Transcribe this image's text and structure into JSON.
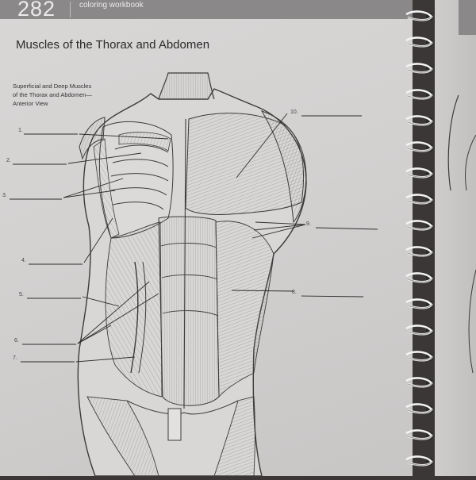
{
  "header": {
    "page_number": "282",
    "caption": "coloring workbook"
  },
  "title": "Muscles of the Thorax and Abdomen",
  "figure": {
    "subtitle_lines": [
      "Superficial and Deep Muscles",
      "of the Thorax and Abdomen—",
      "Anterior View"
    ],
    "labels": {
      "l1": "1.",
      "l2": "2.",
      "l3": "3.",
      "l4": "4.",
      "l5": "5.",
      "l6": "6.",
      "l7": "7.",
      "l8": "8.",
      "l9": "9.",
      "l10": "10."
    }
  },
  "colors": {
    "page": "#d6d4d3",
    "header_bar": "#8b8889",
    "background": "#3a3736",
    "ink": "#2a2a2a"
  }
}
